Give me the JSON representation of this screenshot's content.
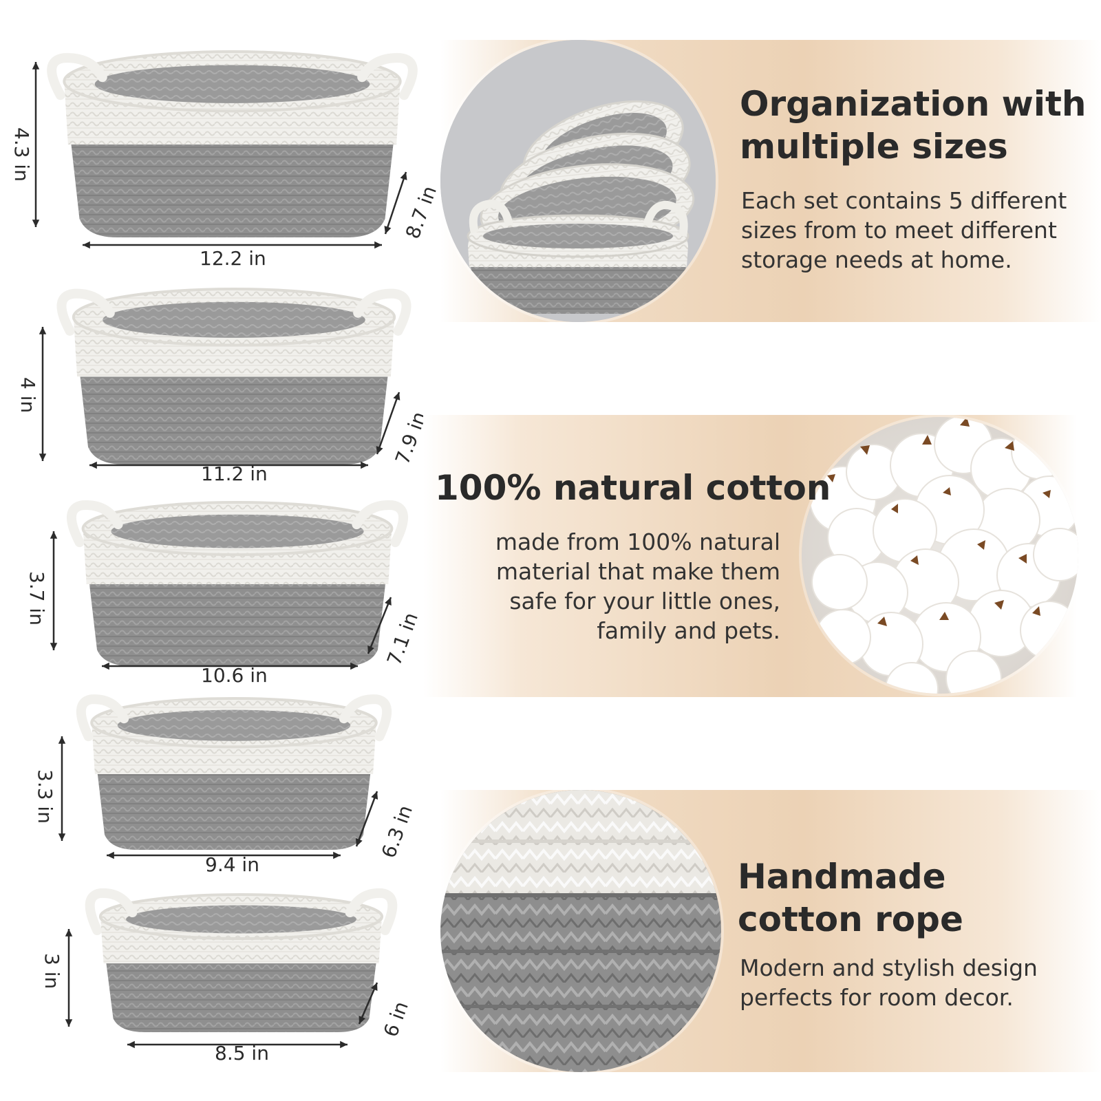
{
  "colors": {
    "rope_white": "#f1f0ec",
    "rope_gray": "#8d8d8d",
    "panel_tan": "#ecd2b5",
    "text_dark": "#2b2b2b"
  },
  "baskets": [
    {
      "height_label": "4.3 in",
      "depth_label": "8.7 in",
      "width_label": "12.2 in"
    },
    {
      "height_label": "4 in",
      "depth_label": "7.9 in",
      "width_label": "11.2 in"
    },
    {
      "height_label": "3.7 in",
      "depth_label": "7.1 in",
      "width_label": "10.6 in"
    },
    {
      "height_label": "3.3 in",
      "depth_label": "6.3 in",
      "width_label": "9.4 in"
    },
    {
      "height_label": "3 in",
      "depth_label": "6 in",
      "width_label": "8.5 in"
    }
  ],
  "features": {
    "sizes": {
      "title_line1": "Organization with",
      "title_line2": "multiple sizes",
      "body_line1": "Each set contains 5 different",
      "body_line2": "sizes from to meet different",
      "body_line3": "storage needs at home.",
      "image_icon": "nested-baskets-photo"
    },
    "cotton": {
      "title": "100% natural cotton",
      "body_line1": "made from 100% natural",
      "body_line2": "material that make them",
      "body_line3": "safe for your little ones,",
      "body_line4": "family and pets.",
      "image_icon": "cotton-bolls-photo"
    },
    "rope": {
      "title_line1": "Handmade",
      "title_line2": "cotton rope",
      "body_line1": "Modern and stylish design",
      "body_line2": "perfects for room decor.",
      "image_icon": "rope-weave-closeup-photo"
    }
  }
}
